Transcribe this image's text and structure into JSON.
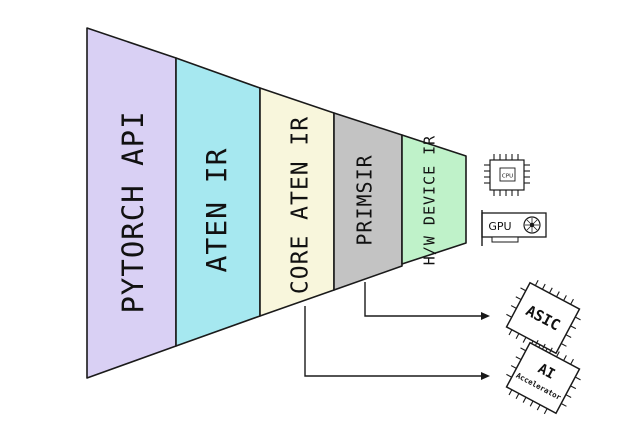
{
  "layers": [
    {
      "label": "PYTORCH API",
      "color": "#d9d0f4"
    },
    {
      "label": "ATEN IR",
      "color": "#a6e8f0"
    },
    {
      "label": "CORE ATEN IR",
      "color": "#f8f6dc"
    },
    {
      "label": "PRIMSIR",
      "color": "#c3c3c3"
    },
    {
      "label": "H/W DEVICE IR",
      "color": "#bff2c9"
    }
  ],
  "targets": {
    "cpu": "CPU",
    "gpu": "GPU",
    "asic": "ASIC",
    "ai": "AI",
    "ai_sub": "Accelerator"
  }
}
